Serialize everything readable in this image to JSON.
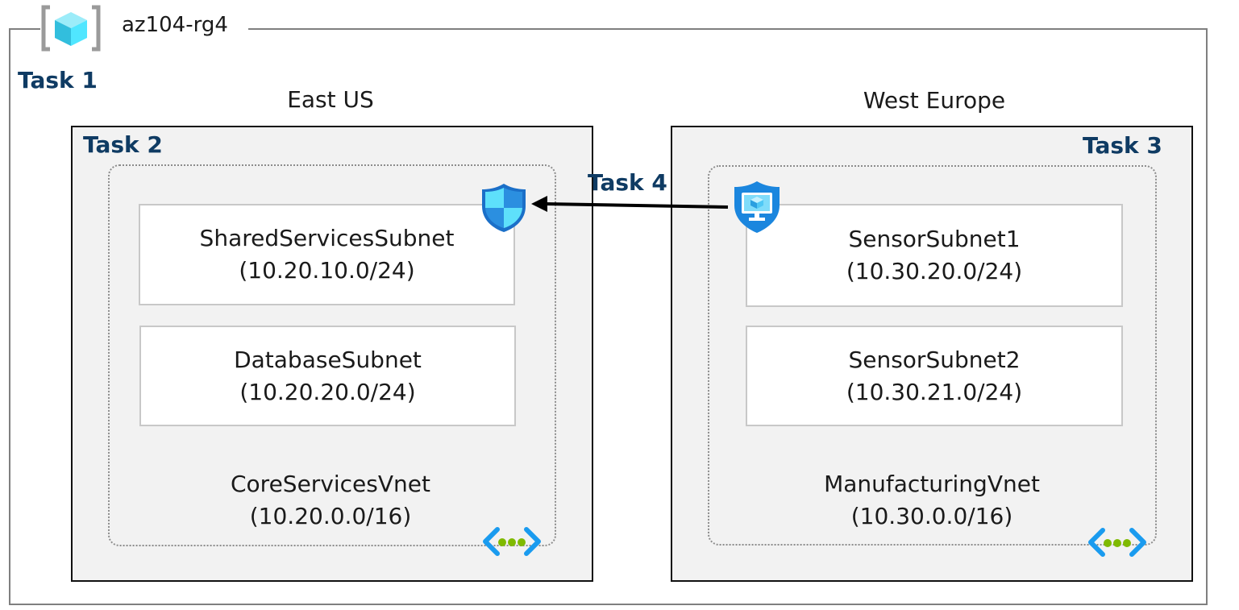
{
  "resource_group": {
    "name": "az104-rg4"
  },
  "tasks": {
    "task1": "Task 1",
    "task2": "Task 2",
    "task3": "Task 3",
    "task4": "Task 4"
  },
  "regions": {
    "left": "East US",
    "right": "West Europe"
  },
  "left_vnet": {
    "name": "CoreServicesVnet",
    "cidr": "(10.20.0.0/16)",
    "subnets": [
      {
        "name": "SharedServicesSubnet",
        "cidr": "(10.20.10.0/24)"
      },
      {
        "name": "DatabaseSubnet",
        "cidr": "(10.20.20.0/24)"
      }
    ]
  },
  "right_vnet": {
    "name": "ManufacturingVnet",
    "cidr": "(10.30.0.0/16)",
    "subnets": [
      {
        "name": "SensorSubnet1",
        "cidr": "(10.30.20.0/24)"
      },
      {
        "name": "SensorSubnet2",
        "cidr": "(10.30.21.0/24)"
      }
    ]
  },
  "icons": {
    "resource_group": "resource-group-icon",
    "security": "network-security-group-icon",
    "vm": "virtual-machine-icon",
    "vnet": "virtual-network-icon"
  },
  "colors": {
    "task_text": "#0f3b63",
    "region_fill": "#f2f2f2",
    "azure_blue": "#0078d4"
  }
}
